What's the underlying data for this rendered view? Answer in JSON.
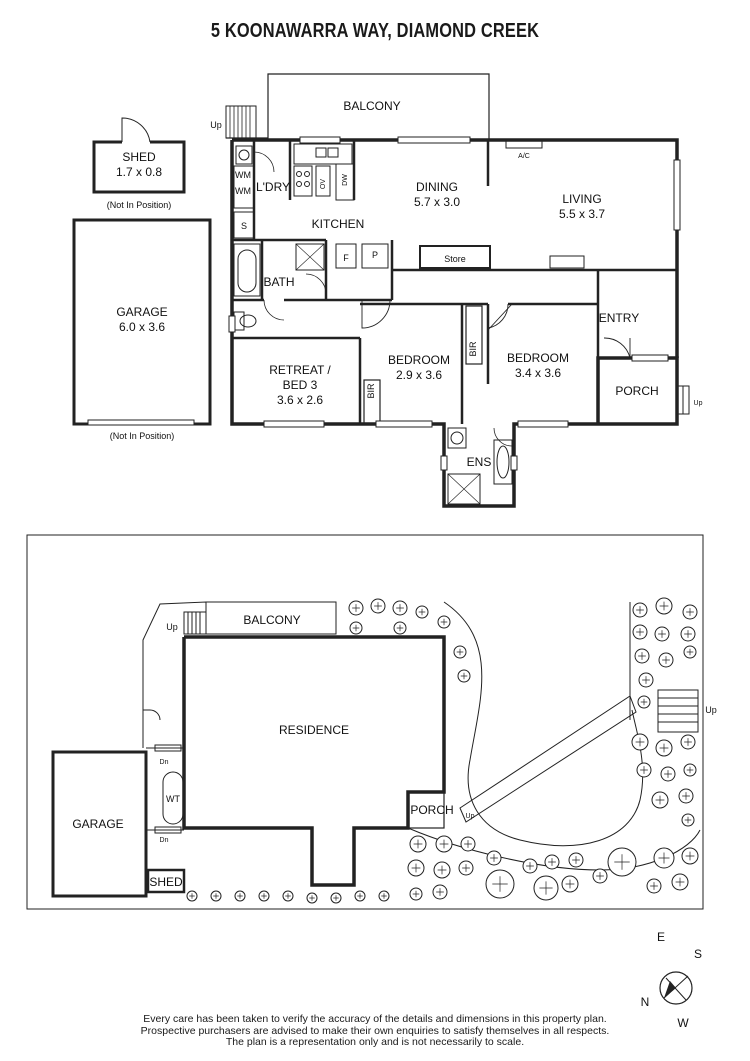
{
  "title": "5 KOONAWARRA WAY, DIAMOND CREEK",
  "floor_plan": {
    "balcony": "BALCONY",
    "up_balcony": "Up",
    "shed": {
      "name": "SHED",
      "dims": "1.7 x 0.8",
      "note": "(Not In Position)"
    },
    "garage": {
      "name": "GARAGE",
      "dims": "6.0 x 3.6",
      "note": "(Not In Position)"
    },
    "wm1": "WM",
    "wm2": "WM",
    "s": "S",
    "laundry": "L'DRY",
    "kitchen": "KITCHEN",
    "ov": "OV",
    "dw": "DW",
    "f": "F",
    "p": "P",
    "bath": "BATH",
    "dining": {
      "name": "DINING",
      "dims": "5.7 x 3.0"
    },
    "living": {
      "name": "LIVING",
      "dims": "5.5 x 3.7"
    },
    "ac": "A/C",
    "store": "Store",
    "entry": "ENTRY",
    "porch": "PORCH",
    "up_porch": "Up",
    "retreat": {
      "name1": "RETREAT /",
      "name2": "BED 3",
      "dims": "3.6 x 2.6"
    },
    "bedroom2": {
      "name": "BEDROOM",
      "dims": "2.9 x 3.6"
    },
    "bedroom1": {
      "name": "BEDROOM",
      "dims": "3.4 x 3.6"
    },
    "bir1": "BIR",
    "bir2": "BIR",
    "ens": "ENS"
  },
  "site_plan": {
    "balcony": "BALCONY",
    "up1": "Up",
    "residence": "RESIDENCE",
    "garage": "GARAGE",
    "shed": "SHED",
    "wt": "WT",
    "dn1": "Dn",
    "dn2": "Dn",
    "porch": "PORCH",
    "up_porch": "Up",
    "up_deck": "Up"
  },
  "compass": {
    "e": "E",
    "s": "S",
    "n": "N",
    "w": "W"
  },
  "disclaimer": [
    "Every care has been taken to verify the accuracy of the details and dimensions in this property plan.",
    "Prospective purchasers are advised to make their own enquiries to satisfy themselves in all respects.",
    "The plan is a representation only and is not necessarily to scale."
  ]
}
